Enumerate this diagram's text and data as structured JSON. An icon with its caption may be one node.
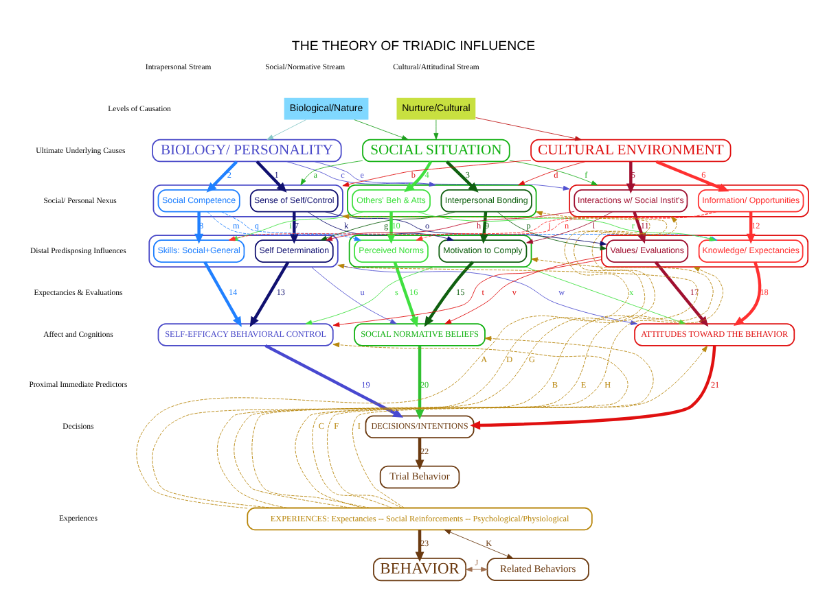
{
  "diagram": {
    "title": "THE THEORY OF TRIADIC INFLUENCE",
    "nodes": [
      {
        "text": [
          "Biological/Nature"
        ]
      },
      {
        "text": [
          "Nurture/Cultural"
        ]
      },
      {
        "text": [
          "BIOLOGY/ PERSONALITY"
        ]
      },
      {
        "text": [
          "SOCIAL SITUATION"
        ]
      },
      {
        "text": [
          "CULTURAL ENVIRONMENT"
        ]
      },
      {
        "text": [],
        "shape": "box"
      },
      {
        "text": [
          "Sense of Self/Control"
        ],
        "in": 5
      },
      {
        "text": [
          "Social Competence"
        ],
        "in": 5
      },
      {
        "text": [],
        "shape": "box"
      },
      {
        "text": [
          "Interpersonal Bonding"
        ],
        "in": 8
      },
      {
        "text": [
          "Others' Beh & Atts"
        ],
        "in": 8
      },
      {
        "text": [],
        "shape": "box"
      },
      {
        "text": [
          "Interactions w/ Social Instit's"
        ],
        "in": 11
      },
      {
        "text": [
          "Information/ Opportunities"
        ],
        "in": 11
      },
      {
        "text": [],
        "shape": "box"
      },
      {
        "text": [
          "Self Determination"
        ],
        "in": 14
      },
      {
        "text": [
          "Skills: Social+General"
        ],
        "in": 14
      },
      {
        "text": [],
        "shape": "box"
      },
      {
        "text": [
          "Motivation to Comply"
        ],
        "in": 17
      },
      {
        "text": [
          "Perceived Norms"
        ],
        "in": 17
      },
      {
        "text": [],
        "shape": "box"
      },
      {
        "text": [
          "Values/ Evaluations"
        ],
        "in": 20
      },
      {
        "text": [
          "Knowledge/ Expectancies"
        ],
        "in": 20
      },
      {
        "text": [
          "SELF-EFFICACY BEHAVIORAL CONTROL"
        ]
      },
      {
        "text": [
          "SOCIAL NORMATIVE BELIEFS"
        ]
      },
      {
        "text": [
          "ATTITUDES TOWARD THE BEHAVIOR"
        ]
      },
      {
        "text": [
          "DECISIONS/INTENTIONS"
        ]
      },
      {
        "text": [
          "Trial Behavior"
        ]
      },
      {
        "text": [
          "EXPERIENCES: Expectancies -- Social Reinforcements -- Psychological/Physiological"
        ]
      },
      {
        "text": [
          "BEHAVIOR"
        ]
      },
      {
        "text": [
          "Related Behaviors"
        ]
      }
    ],
    "edges": [
      {
        "from": 0,
        "to": 2,
        "arrow": "to",
        "color": "#88c8c8"
      },
      {
        "from": 0,
        "to": 3,
        "arrow": "to",
        "color": "#20a020"
      },
      {
        "from": 1,
        "to": 3,
        "arrow": "to",
        "color": "#20a020"
      },
      {
        "from": 1,
        "to": 4,
        "arrow": "to",
        "color": "#c01818"
      },
      {
        "from": 2,
        "to": 6,
        "label": "1",
        "arrow": "to",
        "style": "thick",
        "color": "#101070"
      },
      {
        "from": 2,
        "to": 7,
        "label": "2",
        "arrow": "to",
        "style": "thick",
        "color": "#2080ff"
      },
      {
        "from": 3,
        "to": 9,
        "label": "3",
        "arrow": "to",
        "style": "thick",
        "color": "#106010"
      },
      {
        "from": 3,
        "to": 10,
        "label": "4",
        "arrow": "to",
        "style": "thick",
        "color": "#40e040"
      },
      {
        "from": 4,
        "to": 12,
        "label": "5",
        "arrow": "to",
        "style": "thick",
        "color": "#a01030"
      },
      {
        "from": 4,
        "to": 13,
        "label": "6",
        "arrow": "to",
        "style": "thick",
        "color": "#ff3030"
      },
      {
        "from": 3,
        "to": 5,
        "label": "a",
        "arrow": "to",
        "color": "#20b020"
      },
      {
        "from": 4,
        "to": 5,
        "label": "b",
        "arrow": "to",
        "color": "#e01010"
      },
      {
        "from": 2,
        "to": 8,
        "label": "c",
        "arrow": "to",
        "color": "#5050d0"
      },
      {
        "from": 4,
        "to": 8,
        "label": "d",
        "arrow": "to",
        "color": "#e01010"
      },
      {
        "from": 2,
        "to": 11,
        "label": "e",
        "arrow": "to",
        "color": "#5050d0"
      },
      {
        "from": 3,
        "to": 11,
        "label": "f",
        "arrow": "to",
        "color": "#20b020"
      },
      {
        "from": 6,
        "to": 15,
        "label": "7",
        "arrow": "to",
        "style": "thick",
        "color": "#101070"
      },
      {
        "from": 7,
        "to": 16,
        "label": "8",
        "arrow": "to",
        "style": "thick",
        "color": "#2080ff"
      },
      {
        "from": 9,
        "to": 18,
        "label": "9",
        "arrow": "to",
        "style": "thick",
        "color": "#106010"
      },
      {
        "from": 10,
        "to": 19,
        "label": "10",
        "arrow": "to",
        "style": "thick",
        "color": "#40e040"
      },
      {
        "from": 12,
        "to": 21,
        "label": "11",
        "arrow": "to",
        "style": "thick",
        "color": "#a01030"
      },
      {
        "from": 13,
        "to": 22,
        "label": "12",
        "arrow": "to",
        "style": "thick",
        "color": "#ff3030"
      },
      {
        "from": 9,
        "to": 15,
        "label": "g",
        "arrow": "to",
        "color": "#106010"
      },
      {
        "from": 12,
        "to": 15,
        "label": "h",
        "arrow": "to",
        "color": "#c01030"
      },
      {
        "from": 10,
        "to": 16,
        "label": "i",
        "arrow": "to",
        "color": "#40e040"
      },
      {
        "from": 13,
        "to": 16,
        "label": "j",
        "arrow": "to",
        "style": "dashed",
        "color": "#ff3030"
      },
      {
        "from": 6,
        "to": 18,
        "label": "k",
        "arrow": "to",
        "color": "#101070"
      },
      {
        "from": 12,
        "to": 18,
        "label": "l",
        "arrow": "to",
        "color": "#a01030"
      },
      {
        "from": 7,
        "to": 19,
        "label": "m",
        "arrow": "to",
        "style": "dashed",
        "color": "#2080ff"
      },
      {
        "from": 13,
        "to": 19,
        "label": "n",
        "arrow": "to",
        "style": "dashed",
        "color": "#ff3030"
      },
      {
        "from": 6,
        "to": 21,
        "label": "o",
        "arrow": "to",
        "color": "#101070"
      },
      {
        "from": 9,
        "to": 21,
        "label": "p",
        "arrow": "to",
        "color": "#106010"
      },
      {
        "from": 7,
        "to": 22,
        "label": "q",
        "arrow": "to",
        "style": "dashed",
        "color": "#2080ff"
      },
      {
        "from": 10,
        "to": 22,
        "label": "r",
        "arrow": "to",
        "color": "#40e040"
      },
      {
        "from": 15,
        "to": 23,
        "label": "13",
        "arrow": "to",
        "style": "thick",
        "color": "#101070"
      },
      {
        "from": 16,
        "to": 23,
        "label": "14",
        "arrow": "to",
        "style": "thick",
        "color": "#2080ff"
      },
      {
        "from": 18,
        "to": 24,
        "label": "15",
        "arrow": "to",
        "style": "thick",
        "color": "#106010"
      },
      {
        "from": 19,
        "to": 24,
        "label": "16",
        "arrow": "to",
        "style": "thick",
        "color": "#40e040"
      },
      {
        "from": 21,
        "to": 25,
        "label": "17",
        "arrow": "to",
        "style": "thick",
        "color": "#a01030"
      },
      {
        "from": 22,
        "to": 25,
        "label": "18",
        "arrow": "to",
        "style": "thick",
        "color": "#ff3030"
      },
      {
        "from": 17,
        "to": 23,
        "label": "s",
        "arrow": "to",
        "color": "#40e040"
      },
      {
        "from": 20,
        "to": 23,
        "label": "t",
        "arrow": "to",
        "color": "#e01010"
      },
      {
        "from": 14,
        "to": 24,
        "label": "u",
        "arrow": "to",
        "color": "#5050d0"
      },
      {
        "from": 20,
        "to": 24,
        "label": "v",
        "arrow": "to",
        "color": "#e01010"
      },
      {
        "from": 14,
        "to": 25,
        "label": "w",
        "arrow": "to",
        "color": "#5050d0"
      },
      {
        "from": 17,
        "to": 25,
        "label": "x",
        "arrow": "to",
        "color": "#40e040"
      },
      {
        "from": 23,
        "to": 26,
        "label": "19",
        "arrow": "to",
        "style": "thick",
        "color": "#4848d0"
      },
      {
        "from": 24,
        "to": 26,
        "label": "20",
        "arrow": "to",
        "style": "thick",
        "color": "#30c030"
      },
      {
        "from": 25,
        "to": 26,
        "label": "21",
        "arrow": "to",
        "style": "thick",
        "color": "#e01010"
      },
      {
        "from": 26,
        "to": 27,
        "label": "22",
        "arrow": "to",
        "style": "thick",
        "color": "#6b3a10"
      },
      {
        "from": 28,
        "to": 29,
        "label": "23",
        "arrow": "to",
        "style": "thick",
        "color": "#6b3a10"
      },
      {
        "from": 28,
        "to": 5,
        "label": "A",
        "arrow": "to",
        "style": "dashed",
        "color": "#b8860b"
      },
      {
        "from": 28,
        "to": 14,
        "label": "B",
        "arrow": "to",
        "style": "dashed",
        "color": "#b8860b"
      },
      {
        "from": 28,
        "to": 23,
        "label": "C",
        "arrow": "to",
        "style": "dashed",
        "color": "#b8860b"
      },
      {
        "from": 28,
        "to": 8,
        "label": "D",
        "arrow": "to",
        "style": "dashed",
        "color": "#b8860b"
      },
      {
        "from": 28,
        "to": 17,
        "label": "E",
        "arrow": "to",
        "style": "dashed",
        "color": "#b8860b"
      },
      {
        "from": 28,
        "to": 24,
        "label": "F",
        "arrow": "to",
        "style": "dashed",
        "color": "#b8860b"
      },
      {
        "from": 28,
        "to": 11,
        "label": "G",
        "arrow": "to",
        "style": "dashed",
        "color": "#b8860b"
      },
      {
        "from": 28,
        "to": 20,
        "label": "H",
        "arrow": "to",
        "style": "dashed",
        "color": "#b8860b"
      },
      {
        "from": 28,
        "to": 25,
        "label": "I",
        "arrow": "to",
        "style": "dashed",
        "color": "#b8860b"
      },
      {
        "from": 29,
        "to": 30,
        "label": "J",
        "arrow": "both",
        "color": "#a07050"
      },
      {
        "from": 28,
        "to": 30,
        "label": "K",
        "arrow": "both",
        "color": "#6b3a10"
      }
    ],
    "labels": [
      "Levels of Causation",
      "Intrapersonal Stream",
      "Social/Normative Stream",
      "Cultural/Attitudinal Stream",
      "Ultimate Underlying Causes",
      "Social/ Personal Nexus",
      "Distal Predisposing Influences",
      "Expectancies & Evaluations",
      "Affect and Cognitions",
      "Proximal Immediate Predictors",
      "Decisions",
      "Experiences"
    ]
  }
}
